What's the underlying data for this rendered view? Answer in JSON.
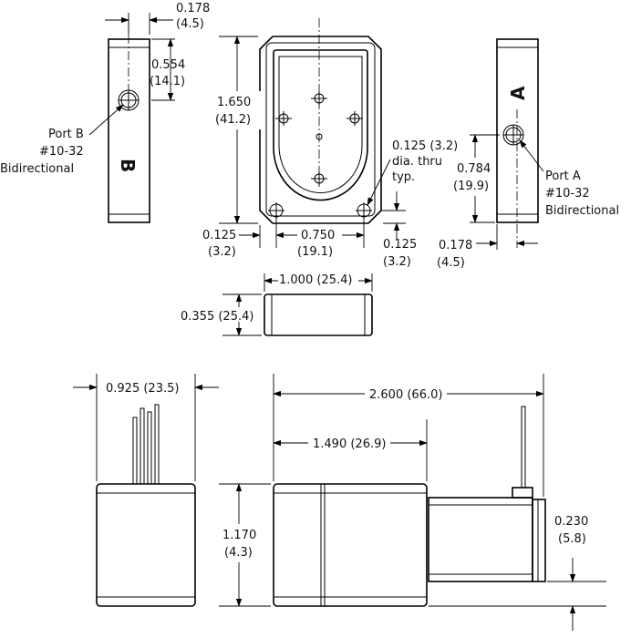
{
  "views": {
    "left_side": {
      "top_offset": "0.178",
      "top_offset_mm": "(4.5)",
      "port_height": "0.554",
      "port_height_mm": "(14.1)",
      "port_name": "Port B",
      "port_thread": "#10-32",
      "port_type": "Bidirectional",
      "face_letter": "B"
    },
    "front": {
      "height": "1.650",
      "height_mm": "(41.2)",
      "hole_note_1": "0.125 (3.2)",
      "hole_note_2": "dia. thru",
      "hole_note_3": "typ.",
      "edge_offset": "0.125",
      "edge_offset_mm": "(3.2)",
      "hole_spacing": "0.750",
      "hole_spacing_mm": "(19.1)",
      "bottom_offset": "0.125",
      "bottom_offset_mm": "(3.2)"
    },
    "right_side": {
      "face_letter": "A",
      "port_height": "0.784",
      "port_height_mm": "(19.9)",
      "port_name": "Port A",
      "port_thread": "#10-32",
      "port_type": "Bidirectional",
      "side_offset": "0.178",
      "side_offset_mm": "(4.5)"
    },
    "bottom": {
      "width": "1.000 (25.4)",
      "thickness": "0.355 (25.4)"
    },
    "end": {
      "width": "0.925 (23.5)",
      "height": "1.170",
      "height_mm": "(4.3)"
    },
    "side": {
      "overall_length": "2.600 (66.0)",
      "body_length": "1.490 (26.9)",
      "step": "0.230",
      "step_mm": "(5.8)"
    }
  }
}
